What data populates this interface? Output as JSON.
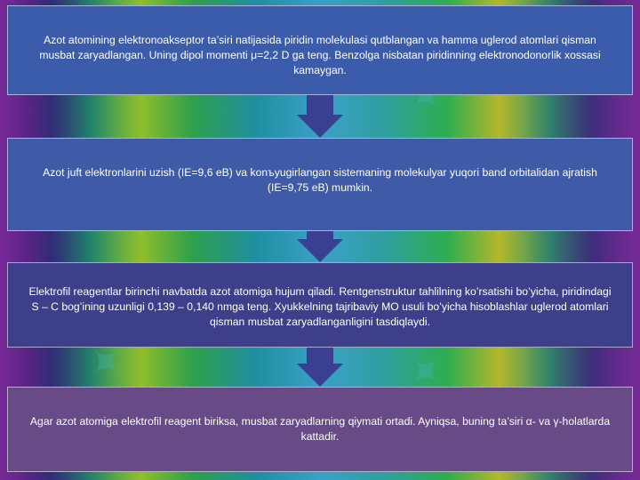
{
  "steps": [
    {
      "text": "Azot atomining elektronoakseptor ta’siri natijasida piridin molekulasi qutblangan va hamma uglerod atomlari qisman musbat zaryadlangan. Uning dipol momenti μ=2,2 D ga teng. Benzolga nisbatan piridinning elektronodonorlik xossasi kamaygan."
    },
    {
      "text": "Azot juft elektronlarini uzish (IE=9,6 eB) va konъyugirlangan sistemaning molekulyar yuqori band orbitalidan ajratish (IE=9,75 eB) mumkin."
    },
    {
      "text": "Elektrofil reagentlar birinchi navbatda azot atomiga hujum qiladi. Rentgenstruktur tahlilning ko’rsatishi bo’yicha, piridindagi S – C bog’ining uzunligi  0,139 – 0,140 nmga  teng. Xyukkelning tajribaviy MO usuli bo’yicha hisoblashlar uglerod atomlari qisman musbat zaryadlanganligini tasdiqlaydi."
    },
    {
      "text": "Agar azot atomiga elektrofil reagent biriksa, musbat zaryadlarning qiymati ortadi. Ayniqsa, buning ta’siri α- va γ-holatlarda kattadir."
    }
  ],
  "colors": {
    "box1": "#3b5cab",
    "box2": "#3f5aa6",
    "box3": "#3e3f8a",
    "box4": "#674a86",
    "arrow": "#3b3f92"
  }
}
